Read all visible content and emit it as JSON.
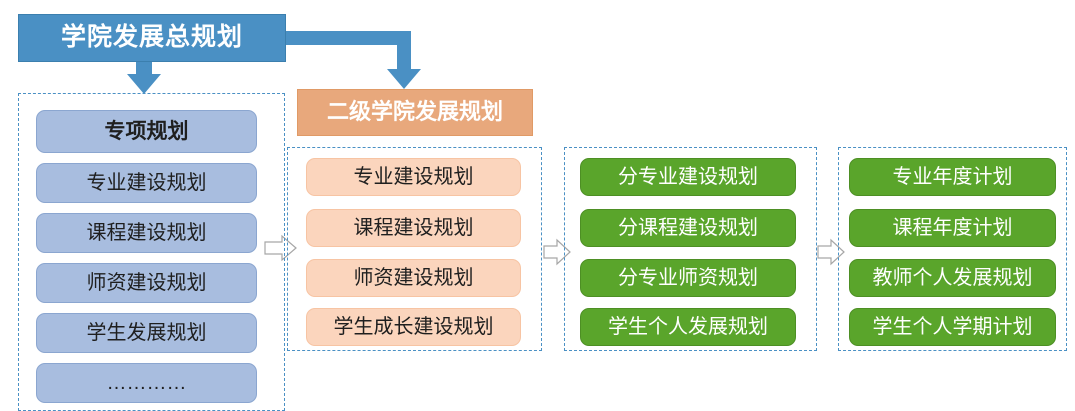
{
  "diagram": {
    "title": "学院发展总规划",
    "subtitle": "二级学院发展规划",
    "columns": [
      {
        "name": "special-plans",
        "color": "#a8bddf",
        "items": [
          "专项规划",
          "专业建设规划",
          "课程建设规划",
          "师资建设规划",
          "学生发展规划",
          "…………"
        ]
      },
      {
        "name": "secondary-college-plans",
        "color": "#fbd5bd",
        "items": [
          "专业建设规划",
          "课程建设规划",
          "师资建设规划",
          "学生成长建设规划"
        ]
      },
      {
        "name": "sub-plans",
        "color": "#5aa52b",
        "items": [
          "分专业建设规划",
          "分课程建设规划",
          "分专业师资规划",
          "学生个人发展规划"
        ]
      },
      {
        "name": "annual-plans",
        "color": "#5aa52b",
        "items": [
          "专业年度计划",
          "课程年度计划",
          "教师个人发展规划",
          "学生个人学期计划"
        ]
      }
    ]
  }
}
